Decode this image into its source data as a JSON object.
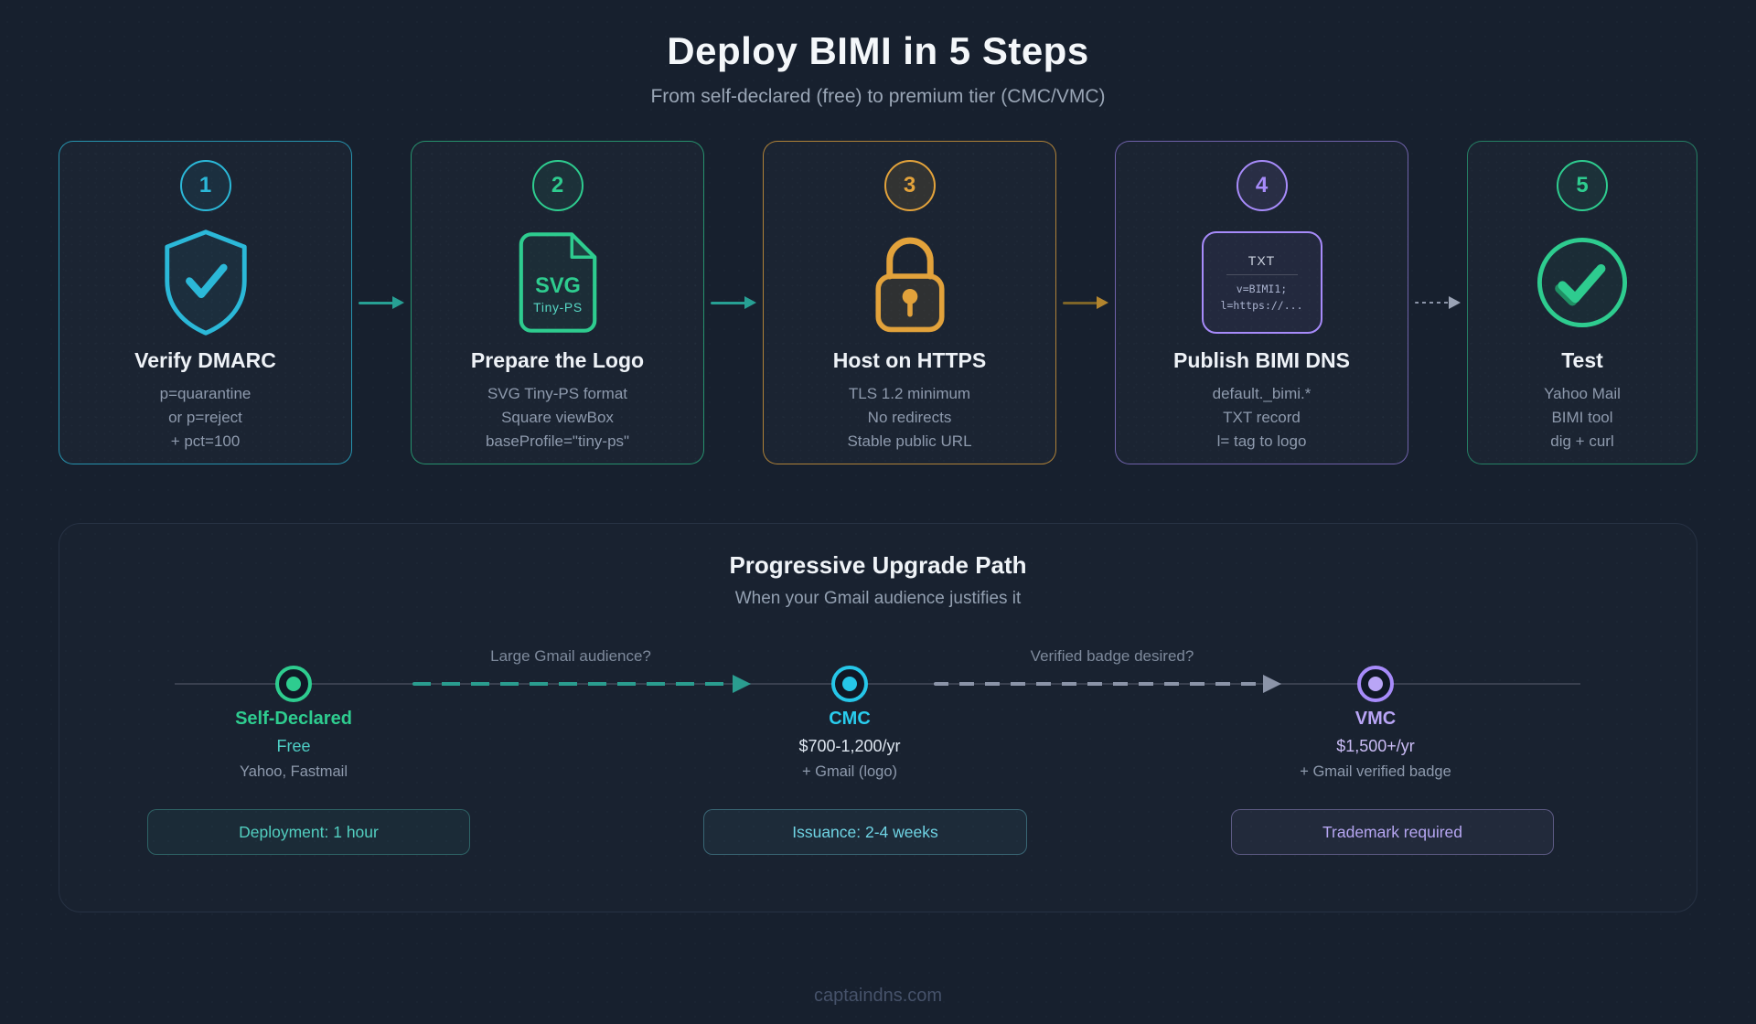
{
  "page": {
    "background": "#17202e",
    "footer_text": "captaindns.com"
  },
  "header": {
    "title": "Deploy BIMI in 5 Steps",
    "subtitle": "From self-declared (free) to premium tier (CMC/VMC)"
  },
  "steps": [
    {
      "number": "1",
      "title": "Verify DMARC",
      "lines": [
        "p=quarantine",
        "or p=reject",
        "+ pct=100"
      ],
      "accent": "#2bb8d8",
      "icon": "shield-check-icon"
    },
    {
      "number": "2",
      "title": "Prepare the Logo",
      "lines": [
        "SVG Tiny-PS format",
        "Square viewBox",
        "baseProfile=\"tiny-ps\""
      ],
      "accent": "#2ecc8f",
      "icon": "svg-file-icon",
      "icon_label": "SVG",
      "icon_sublabel": "Tiny-PS"
    },
    {
      "number": "3",
      "title": "Host on HTTPS",
      "lines": [
        "TLS 1.2 minimum",
        "No redirects",
        "Stable public URL"
      ],
      "accent": "#e2a23b",
      "icon": "padlock-icon"
    },
    {
      "number": "4",
      "title": "Publish BIMI DNS",
      "lines": [
        "default._bimi.*",
        "TXT record",
        "l= tag to logo"
      ],
      "accent": "#a78bfa",
      "icon": "txt-record-icon",
      "icon_label": "TXT",
      "icon_code": [
        "v=BIMI1;",
        "l=https://..."
      ]
    },
    {
      "number": "5",
      "title": "Test",
      "lines": [
        "Yahoo Mail",
        "BIMI tool",
        "dig + curl"
      ],
      "accent": "#2ecc8f",
      "icon": "check-circle-icon"
    }
  ],
  "upgrade": {
    "title": "Progressive Upgrade Path",
    "subtitle": "When your Gmail audience justifies it",
    "question_labels": [
      "Large Gmail audience?",
      "Verified badge desired?"
    ],
    "tiers": [
      {
        "name": "Self-Declared",
        "price": "Free",
        "note": "Yahoo, Fastmail",
        "badge": "Deployment: 1 hour",
        "accent": "#2ecc8f"
      },
      {
        "name": "CMC",
        "price": "$700-1,200/yr",
        "note": "+ Gmail (logo)",
        "badge": "Issuance: 2-4 weeks",
        "accent": "#26c6e8"
      },
      {
        "name": "VMC",
        "price": "$1,500+/yr",
        "note": "+ Gmail verified badge",
        "badge": "Trademark required",
        "accent": "#a78bfa"
      }
    ]
  }
}
